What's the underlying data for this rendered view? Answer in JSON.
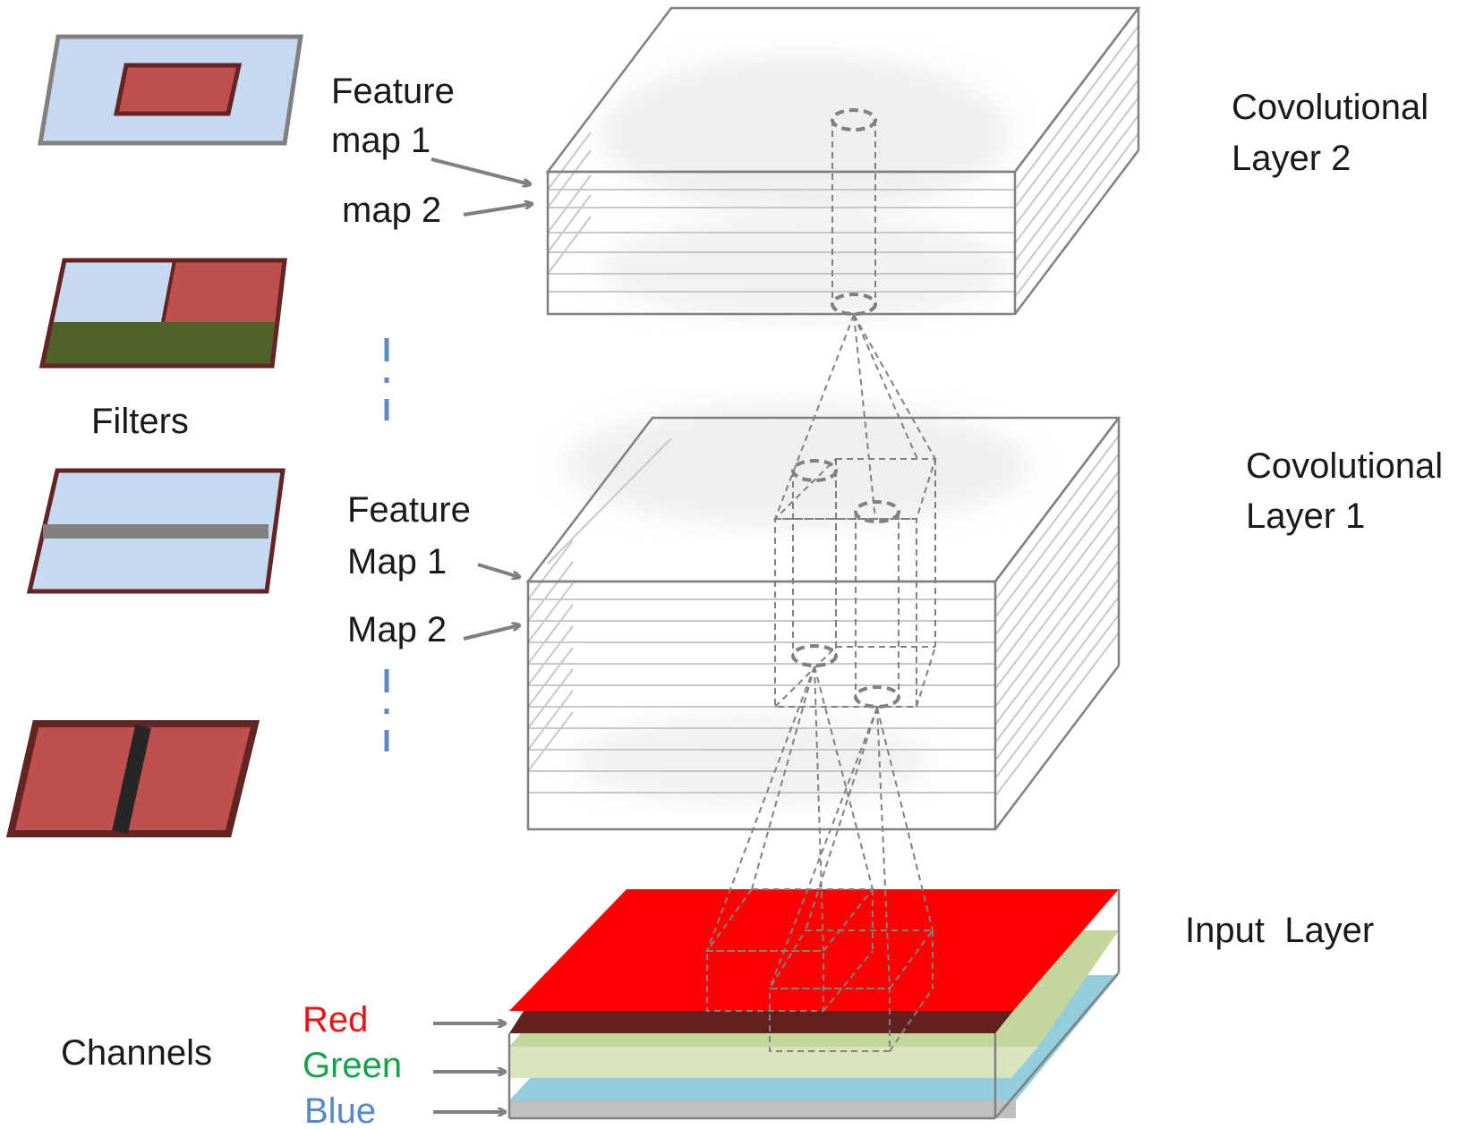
{
  "labels": {
    "conv_layer_2_line1": "Covolutional",
    "conv_layer_2_line2": "Layer 2",
    "conv_layer_1_line1": "Covolutional",
    "conv_layer_1_line2": "Layer 1",
    "input_layer": "Input  Layer",
    "filters": "Filters",
    "channels": "Channels",
    "l2_feature_line1": "Feature",
    "l2_feature_line2": "map 1",
    "l2_map2": "map 2",
    "l1_feature_line1": "Feature",
    "l1_feature_line2": "Map 1",
    "l1_map2": "Map 2",
    "channel_red": "Red",
    "channel_green": "Green",
    "channel_blue": "Blue"
  },
  "colors": {
    "channel_red": "#ff0000",
    "channel_red_edge": "#62201f",
    "channel_green": "#c3d69b",
    "channel_blue": "#93cddd",
    "channel_base": "#bfbfbf",
    "filter_light": "#c6d9f1",
    "filter_dark_red": "#c0504d",
    "filter_green": "#4f6228",
    "filter_border": "#632523",
    "stroke_gray": "#808080",
    "ellipsis_blue": "#5b8bc2"
  },
  "filters": [
    {
      "name": "filter-center-patch",
      "pattern": "light with red center rectangle"
    },
    {
      "name": "filter-quadrants",
      "pattern": "light / red top halves, green bottom"
    },
    {
      "name": "filter-horizontal-bar",
      "pattern": "light with gray horizontal bar"
    },
    {
      "name": "filter-vertical-bar",
      "pattern": "red with dark vertical bar"
    }
  ]
}
